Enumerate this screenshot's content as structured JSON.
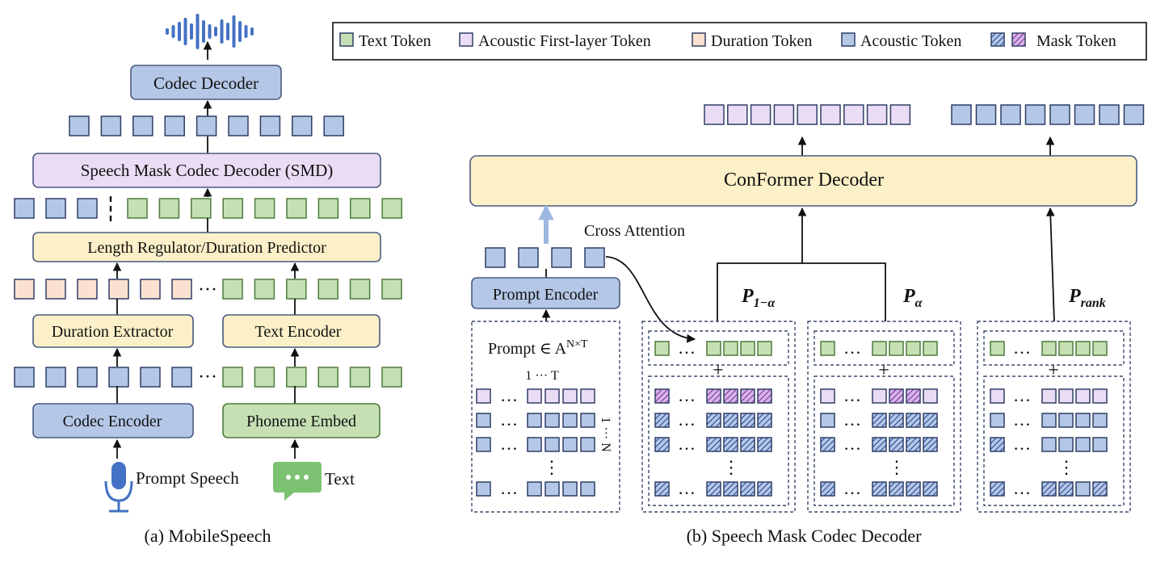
{
  "colors": {
    "text_token": "#c6e0b4",
    "text_border": "#4e7a3b",
    "acoustic_first": "#eadcf4",
    "duration": "#fbe1cf",
    "acoustic": "#b4c7e7",
    "mask_hatch": "#1f3f8a",
    "mask_first_bg": "#d6b4e8",
    "mask_first_hatch": "#7a2a9a",
    "block_blue": "#b4c7e7",
    "block_yellow": "#fbf0c8",
    "block_purple": "#eadcf4",
    "block_green": "#c6e0b4",
    "cross_arrow": "#9db8e0"
  },
  "legend": {
    "items": [
      {
        "label": "Text Token",
        "swatch": "text"
      },
      {
        "label": "Acoustic First-layer Token",
        "swatch": "first"
      },
      {
        "label": "Duration Token",
        "swatch": "duration"
      },
      {
        "label": "Acoustic Token",
        "swatch": "acoustic"
      },
      {
        "label": "Mask Token",
        "swatch": "mask"
      }
    ]
  },
  "left": {
    "icons": [
      "sound-wave-icon",
      "microphone-icon",
      "chat-bubble-icon"
    ],
    "codec_decoder": "Codec Decoder",
    "smd": "Speech Mask Codec Decoder (SMD)",
    "length_regulator": "Length Regulator/Duration Predictor",
    "duration_extractor": "Duration Extractor",
    "text_encoder": "Text Encoder",
    "codec_encoder": "Codec Encoder",
    "phoneme_embed": "Phoneme Embed",
    "prompt_speech": "Prompt Speech",
    "text_input": "Text",
    "caption": "(a) MobileSpeech"
  },
  "right": {
    "conformer": "ConFormer Decoder",
    "cross_attention": "Cross Attention",
    "prompt_encoder": "Prompt Encoder",
    "prompt_label": "Prompt ∈ A",
    "prompt_sup": "N×T",
    "time_axis": "1 ··· T",
    "layer_axis": "1 ··· N",
    "p_one_minus_alpha": {
      "base": "P",
      "sub": "1−α"
    },
    "p_alpha": {
      "base": "P",
      "sub": "α"
    },
    "p_rank": {
      "base": "P",
      "sub": "rank"
    },
    "caption": "(b) Speech Mask Codec Decoder"
  }
}
